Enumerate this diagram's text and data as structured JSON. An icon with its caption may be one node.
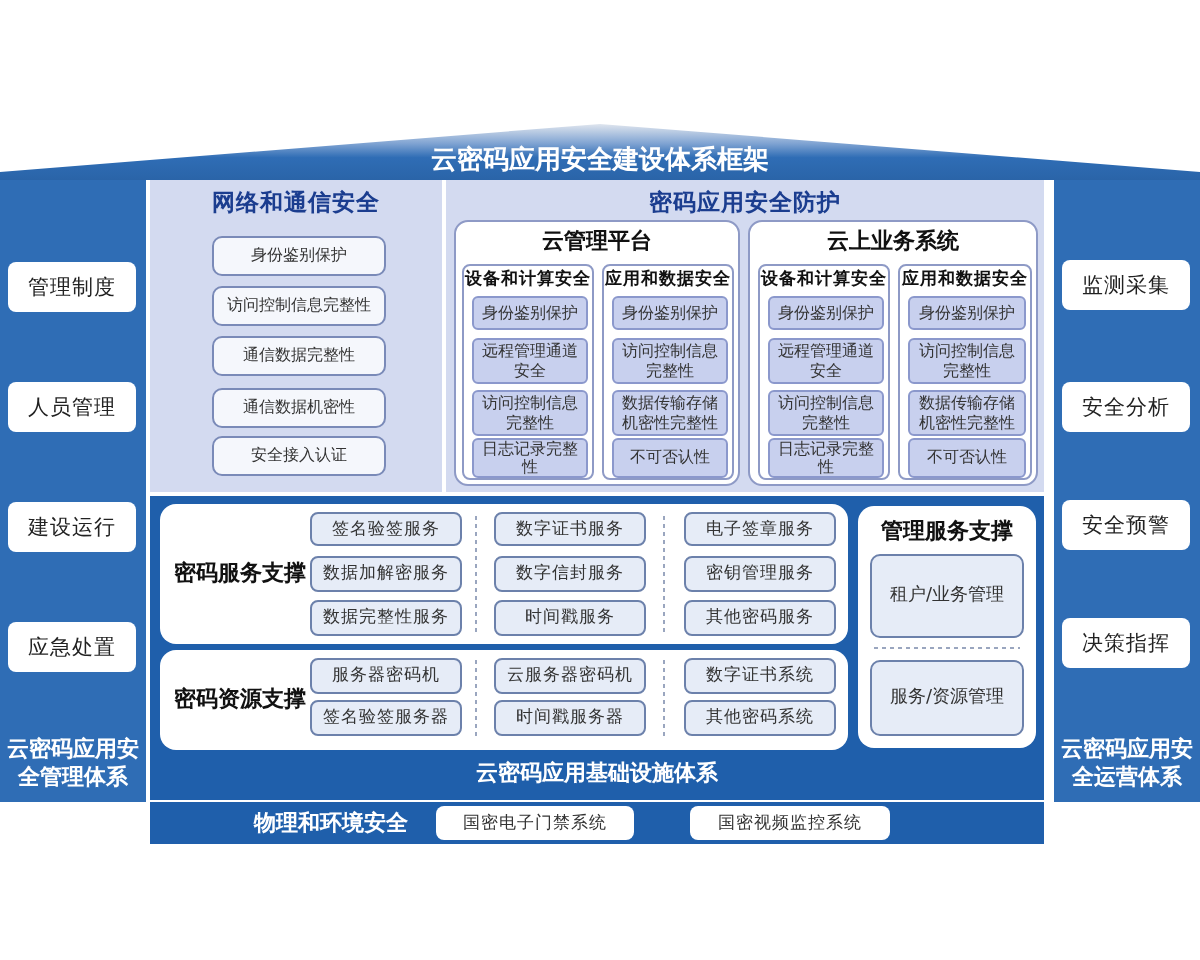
{
  "diagram": {
    "title": "云密码应用安全建设体系框架",
    "nodes": [
      {
        "text": [
          "云密码应用安全管理体系"
        ]
      },
      {
        "text": [
          "管理制度"
        ],
        "in": 0
      },
      {
        "text": [
          "人员管理"
        ],
        "in": 0
      },
      {
        "text": [
          "建设运行"
        ],
        "in": 0
      },
      {
        "text": [
          "应急处置"
        ],
        "in": 0
      },
      {
        "text": [
          "网络和通信安全"
        ]
      },
      {
        "text": [
          "身份鉴别保护"
        ],
        "in": 5
      },
      {
        "text": [
          "访问控制信息完整性"
        ],
        "in": 5
      },
      {
        "text": [
          "通信数据完整性"
        ],
        "in": 5
      },
      {
        "text": [
          "通信数据机密性"
        ],
        "in": 5
      },
      {
        "text": [
          "安全接入认证"
        ],
        "in": 5
      },
      {
        "text": [
          "密码应用安全防护"
        ]
      },
      {
        "text": [
          "云管理平台"
        ],
        "in": 11
      },
      {
        "text": [
          "设备和计算安全"
        ],
        "in": 12
      },
      {
        "text": [
          "身份鉴别保护"
        ],
        "in": 13
      },
      {
        "text": [
          "远程管理通道安全"
        ],
        "in": 13
      },
      {
        "text": [
          "访问控制信息完整性"
        ],
        "in": 13
      },
      {
        "text": [
          "日志记录完整性"
        ],
        "in": 13
      },
      {
        "text": [
          "应用和数据安全"
        ],
        "in": 12
      },
      {
        "text": [
          "身份鉴别保护"
        ],
        "in": 18
      },
      {
        "text": [
          "访问控制信息完整性"
        ],
        "in": 18
      },
      {
        "text": [
          "数据传输存储机密性完整性"
        ],
        "in": 18
      },
      {
        "text": [
          "不可否认性"
        ],
        "in": 18
      },
      {
        "text": [
          "云上业务系统"
        ],
        "in": 11
      },
      {
        "text": [
          "设备和计算安全"
        ],
        "in": 23
      },
      {
        "text": [
          "身份鉴别保护"
        ],
        "in": 24
      },
      {
        "text": [
          "远程管理通道安全"
        ],
        "in": 24
      },
      {
        "text": [
          "访问控制信息完整性"
        ],
        "in": 24
      },
      {
        "text": [
          "日志记录完整性"
        ],
        "in": 24
      },
      {
        "text": [
          "应用和数据安全"
        ],
        "in": 23
      },
      {
        "text": [
          "身份鉴别保护"
        ],
        "in": 29
      },
      {
        "text": [
          "访问控制信息完整性"
        ],
        "in": 29
      },
      {
        "text": [
          "数据传输存储机密性完整性"
        ],
        "in": 29
      },
      {
        "text": [
          "不可否认性"
        ],
        "in": 29
      },
      {
        "text": [
          "云密码应用基础设施体系"
        ]
      },
      {
        "text": [
          "密码服务支撑"
        ],
        "in": 34
      },
      {
        "text": [
          "签名验签服务"
        ],
        "in": 35
      },
      {
        "text": [
          "数字证书服务"
        ],
        "in": 35
      },
      {
        "text": [
          "电子签章服务"
        ],
        "in": 35
      },
      {
        "text": [
          "数据加解密服务"
        ],
        "in": 35
      },
      {
        "text": [
          "数字信封服务"
        ],
        "in": 35
      },
      {
        "text": [
          "密钥管理服务"
        ],
        "in": 35
      },
      {
        "text": [
          "数据完整性服务"
        ],
        "in": 35
      },
      {
        "text": [
          "时间戳服务"
        ],
        "in": 35
      },
      {
        "text": [
          "其他密码服务"
        ],
        "in": 35
      },
      {
        "text": [
          "密码资源支撑"
        ],
        "in": 34
      },
      {
        "text": [
          "服务器密码机"
        ],
        "in": 45
      },
      {
        "text": [
          "云服务器密码机"
        ],
        "in": 45
      },
      {
        "text": [
          "数字证书系统"
        ],
        "in": 45
      },
      {
        "text": [
          "签名验签服务器"
        ],
        "in": 45
      },
      {
        "text": [
          "时间戳服务器"
        ],
        "in": 45
      },
      {
        "text": [
          "其他密码系统"
        ],
        "in": 45
      },
      {
        "text": [
          "管理服务支撑"
        ],
        "in": 34
      },
      {
        "text": [
          "租户/业务管理"
        ],
        "in": 52
      },
      {
        "text": [
          "服务/资源管理"
        ],
        "in": 52
      },
      {
        "text": [
          "物理和环境安全"
        ]
      },
      {
        "text": [
          "国密电子门禁系统"
        ],
        "in": 55
      },
      {
        "text": [
          "国密视频监控系统"
        ],
        "in": 55
      },
      {
        "text": [
          "云密码应用安全运营体系"
        ]
      },
      {
        "text": [
          "监测采集"
        ],
        "in": 58
      },
      {
        "text": [
          "安全分析"
        ],
        "in": 58
      },
      {
        "text": [
          "安全预警"
        ],
        "in": 58
      },
      {
        "text": [
          "决策指挥"
        ],
        "in": 58
      }
    ]
  }
}
